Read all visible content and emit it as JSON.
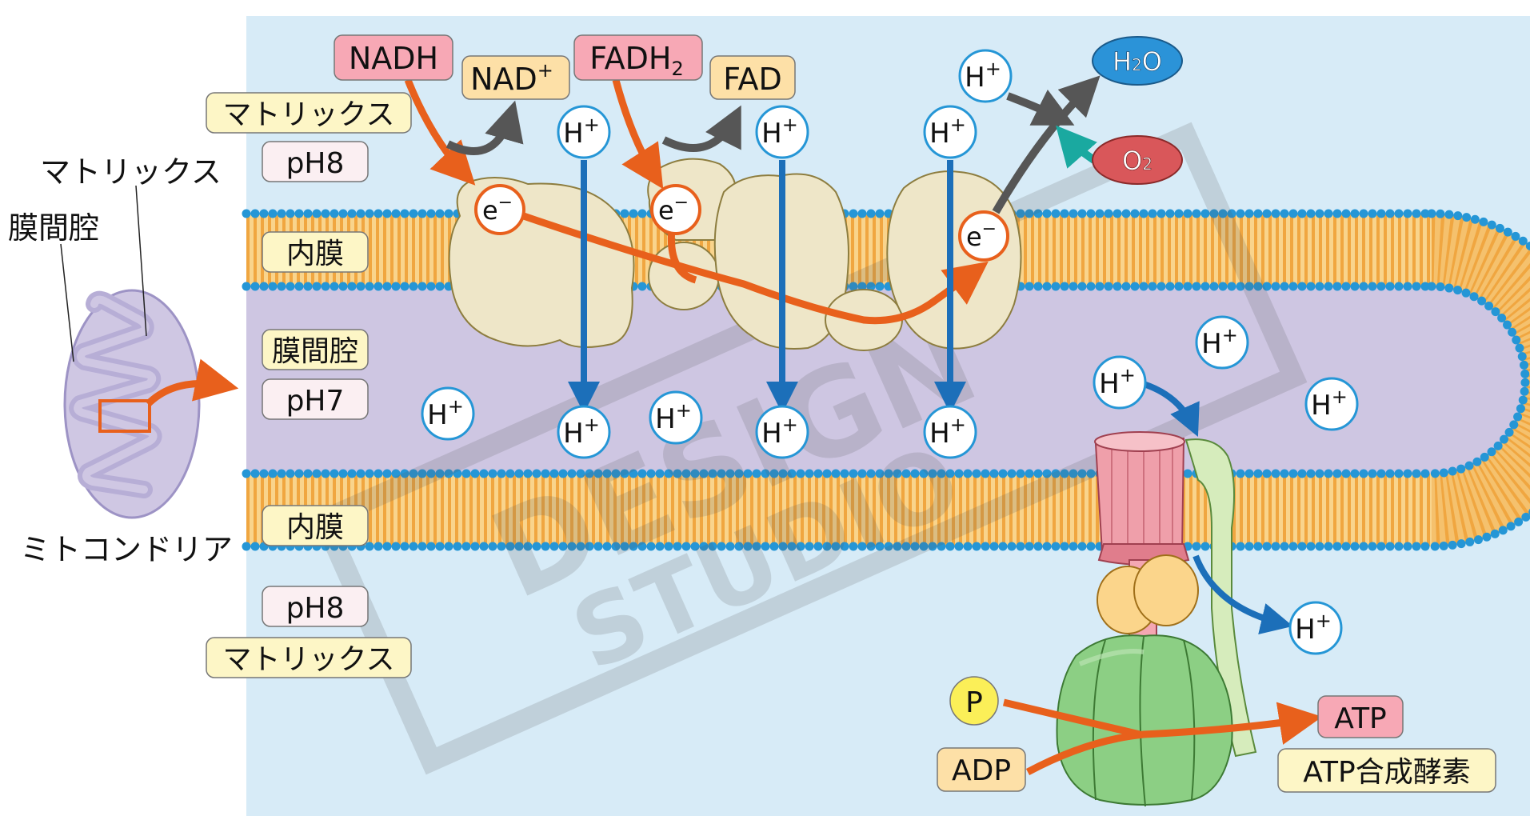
{
  "mito_labels": {
    "matrix": "マトリックス",
    "intermembrane": "膜間腔",
    "mitochondria": "ミトコンドリア"
  },
  "side_labels": {
    "matrix_top": "マトリックス",
    "ph8_top": "pH8",
    "inner_membrane_top": "内膜",
    "intermembrane": "膜間腔",
    "ph7": "pH7",
    "inner_membrane_bottom": "内膜",
    "ph8_bottom": "pH8",
    "matrix_bottom": "マトリックス"
  },
  "molecules": {
    "nadh": "NADH",
    "nad": "NAD",
    "nad_sup": "+",
    "fadh": "FADH",
    "fadh_sub": "2",
    "fad": "FAD",
    "h2o_h": "H",
    "h2o_sub": "2",
    "h2o_o": "O",
    "o2_o": "O",
    "o2_sub": "2",
    "atp": "ATP",
    "atp_synthase": "ATP合成酵素",
    "p": "P",
    "adp": "ADP"
  },
  "ions": {
    "proton_base": "H",
    "proton_sup": "+",
    "electron_base": "e",
    "electron_sup": "−"
  },
  "colors": {
    "background": "#d7ebf7",
    "intermembrane_space": "#cec6e2",
    "membrane": "#f3b45a",
    "membrane_dots": "#2596d6",
    "electron_path": "#e8601c",
    "proton_arrow": "#1c6fb9",
    "product_arrow": "#565656",
    "oxygen_arrow": "#1aa9a0",
    "protein_complex": "#eee6c8",
    "synthase_pink": "#ee9aa5",
    "synthase_green": "#8ccf84",
    "label_yellow": "#fdf6c6",
    "label_pink": "#f7a8b5",
    "label_orange": "#fde0a7"
  }
}
